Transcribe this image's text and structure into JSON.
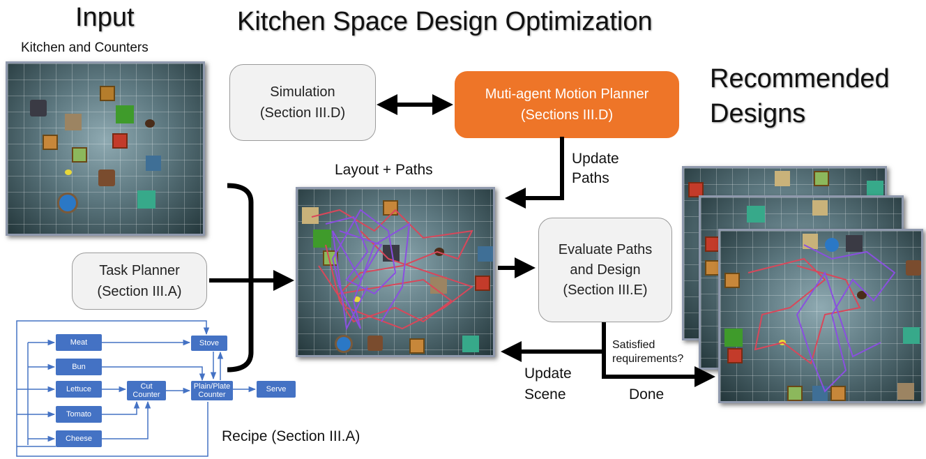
{
  "titles": {
    "input": "Input",
    "main": "Kitchen Space Design Optimization",
    "recommended_line1": "Recommended",
    "recommended_line2": "Designs"
  },
  "labels": {
    "kitchen_counters": "Kitchen and Counters",
    "layout_paths": "Layout + Paths",
    "update_paths_1": "Update",
    "update_paths_2": "Paths",
    "update_scene_1": "Update",
    "update_scene_2": "Scene",
    "satisfied_1": "Satisfied",
    "satisfied_2": "requirements?",
    "done": "Done",
    "recipe": "Recipe (Section III.A)"
  },
  "boxes": {
    "simulation": {
      "line1": "Simulation",
      "line2": "(Section III.D)"
    },
    "planner": {
      "line1": "Muti-agent Motion Planner",
      "line2": "(Sections III.D)"
    },
    "task_planner": {
      "line1": "Task Planner",
      "line2": "(Section III.A)"
    },
    "evaluate": {
      "line1": "Evaluate Paths",
      "line2": "and Design",
      "line3": "(Section III.E)"
    }
  },
  "recipe_nodes": {
    "meat": "Meat",
    "bun": "Bun",
    "lettuce": "Lettuce",
    "tomato": "Tomato",
    "cheese": "Cheese",
    "cut_counter_1": "Cut",
    "cut_counter_2": "Counter",
    "stove": "Stove",
    "plate_1": "Plain/Plate",
    "plate_2": "Counter",
    "serve": "Serve"
  },
  "colors": {
    "arrow": "#000000",
    "planner_box": "#ee7528",
    "recipe_node": "#4472c4",
    "path_red": "#d9475a",
    "path_purple": "#8a4fe0"
  }
}
